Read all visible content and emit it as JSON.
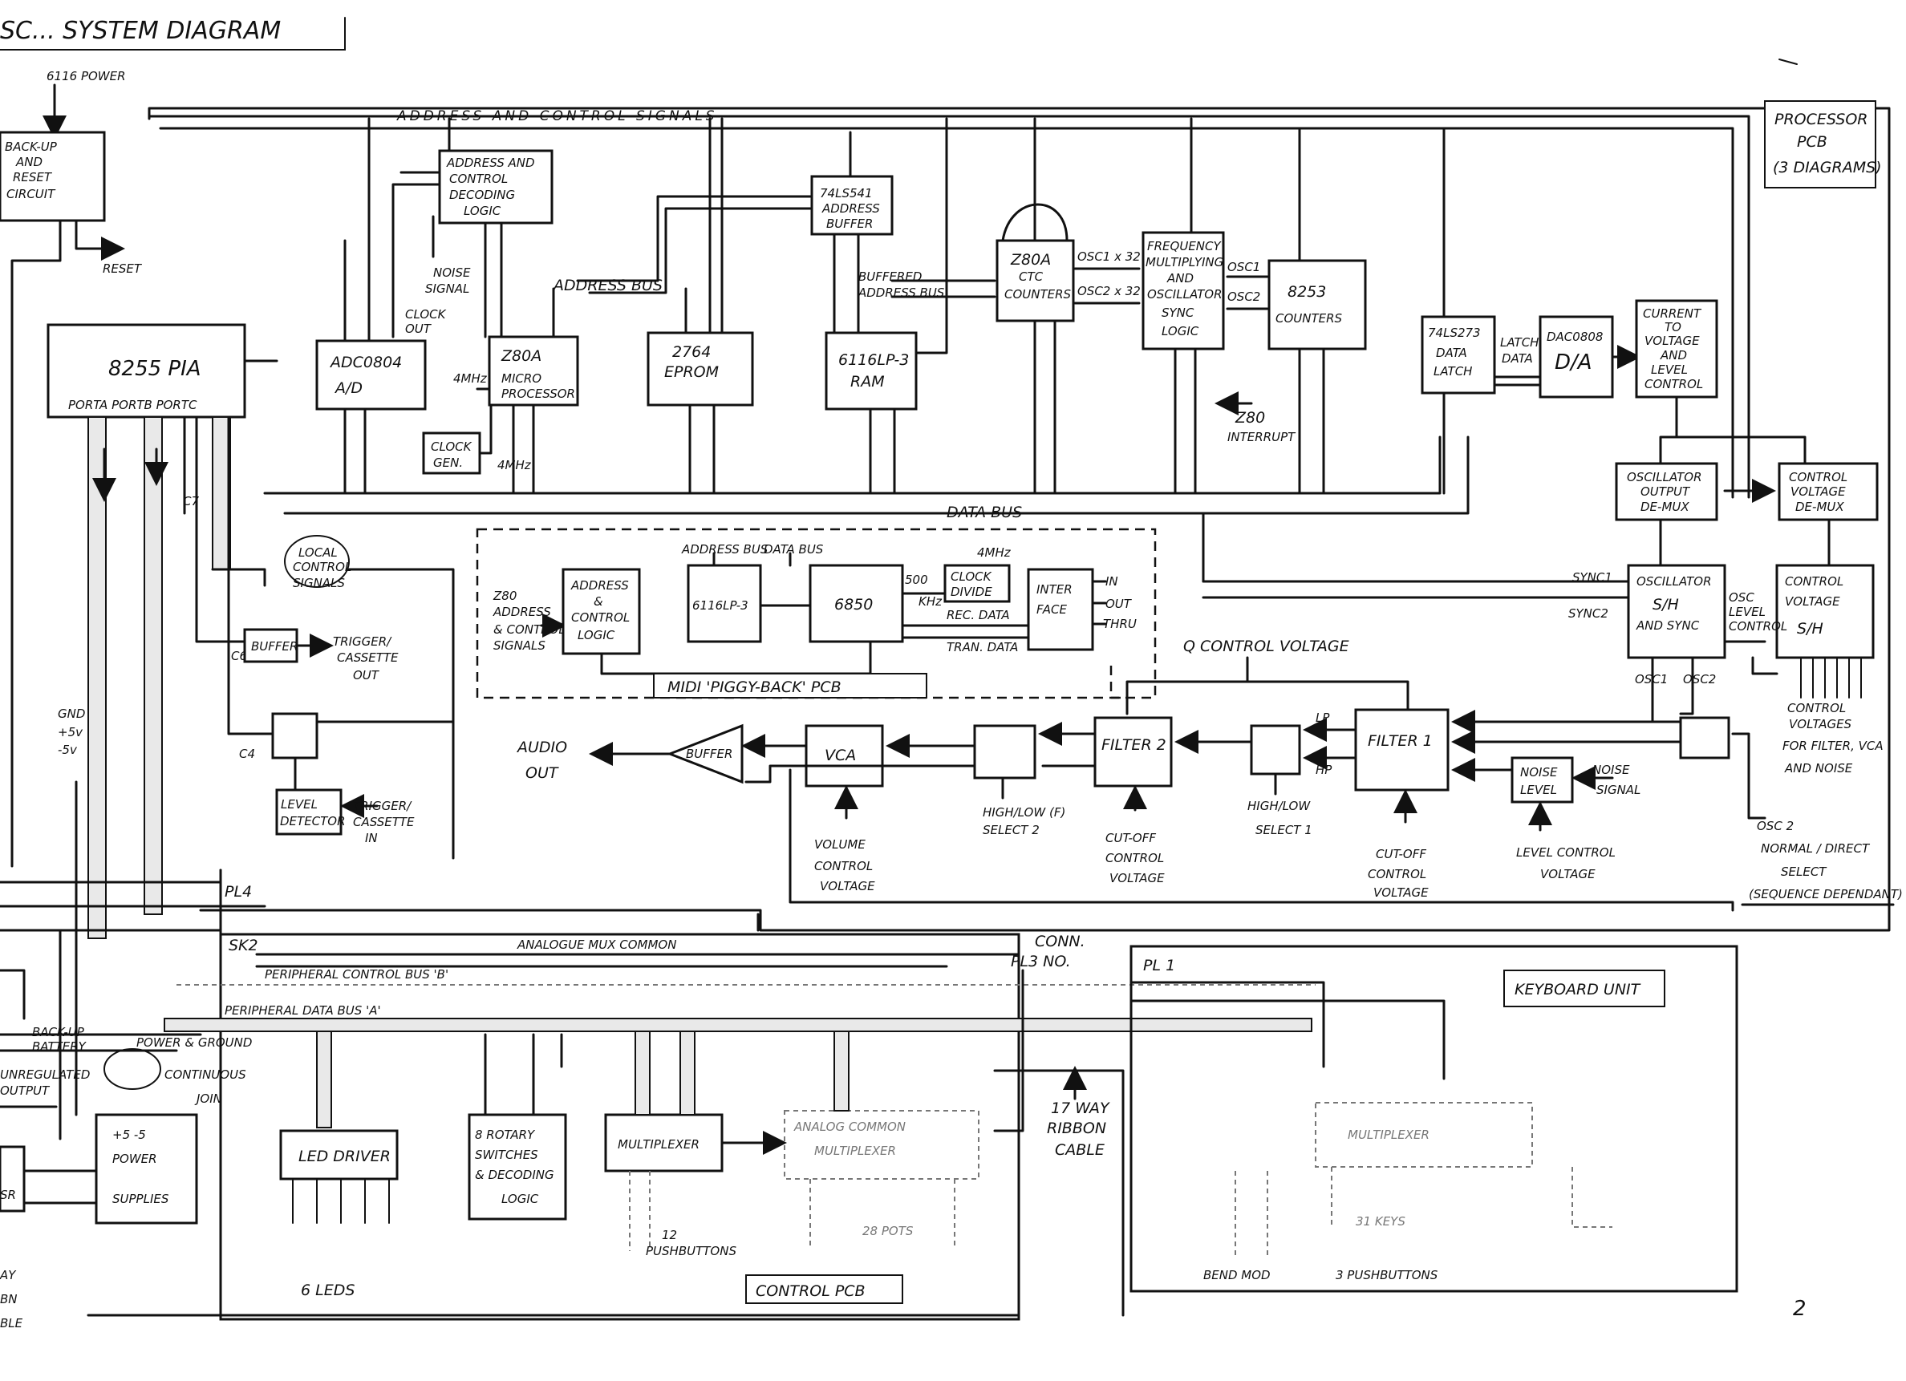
{
  "title": "SC... SYSTEM DIAGRAM",
  "processor_pcb_label": [
    "PROCESSOR",
    "PCB",
    "(3 DIAGRAMS)"
  ],
  "top_labels": {
    "power_6116": "6116 POWER",
    "addr_ctrl_signals": "ADDRESS AND CONTROL SIGNALS",
    "reset": "RESET",
    "noise_signal": [
      "NOISE",
      "SIGNAL"
    ],
    "clock_out": [
      "CLOCK",
      "OUT"
    ],
    "address_bus": "ADDRESS BUS",
    "buffered_address_bus": [
      "BUFFERED",
      "ADDRESS BUS"
    ],
    "data_bus": "DATA BUS",
    "z80_interrupt": [
      "Z80",
      "INTERRUPT"
    ],
    "mhz4_a": "4MHz",
    "mhz4_b": "4MHz",
    "osc1x32": "OSC1 x 32",
    "osc2x32": "OSC2 x 32",
    "osc1": "OSC1",
    "osc2": "OSC2",
    "latch_data": [
      "LATCH",
      "DATA"
    ],
    "c7": "C7",
    "c6": "C6",
    "c4": "C4",
    "local_control_signals": [
      "LOCAL",
      "CONTROL",
      "SIGNALS"
    ]
  },
  "blocks": {
    "backup": [
      "BACK-UP",
      "AND",
      "RESET",
      "CIRCUIT"
    ],
    "pia": "8255 PIA",
    "pia_ports": "PORTA  PORTB  PORTC",
    "adc": [
      "ADC0804",
      "A/D"
    ],
    "decode": [
      "ADDRESS AND",
      "CONTROL",
      "DECODING",
      "LOGIC"
    ],
    "z80a": [
      "Z80A",
      "MICRO",
      "PROCESSOR"
    ],
    "clockgen": [
      "CLOCK",
      "GEN."
    ],
    "eprom": [
      "2764",
      "EPROM"
    ],
    "buffer541": [
      "74LS541",
      "ADDRESS",
      "BUFFER"
    ],
    "ram": [
      "6116LP-3",
      "RAM"
    ],
    "ctc": [
      "Z80A",
      "CTC",
      "COUNTERS"
    ],
    "freq": [
      "FREQUENCY",
      "MULTIPLYING",
      "AND",
      "OSCILLATOR",
      "SYNC",
      "LOGIC"
    ],
    "counters8253": [
      "8253",
      "COUNTERS"
    ],
    "latch273": [
      "74LS273",
      "DATA",
      "LATCH"
    ],
    "dac": [
      "DAC0808",
      "D/A"
    ],
    "cvl": [
      "CURRENT",
      "TO",
      "VOLTAGE",
      "AND",
      "LEVEL",
      "CONTROL"
    ],
    "osc_demux": [
      "OSCILLATOR",
      "OUTPUT",
      "DE-MUX"
    ],
    "cv_demux": [
      "CONTROL",
      "VOLTAGE",
      "DE-MUX"
    ],
    "osc_sh": [
      "OSCILLATOR",
      "S/H",
      "AND SYNC"
    ],
    "cv_sh": [
      "CONTROL",
      "VOLTAGE",
      "S/H"
    ],
    "midi_addr": [
      "ADDRESS",
      "&",
      "CONTROL",
      "LOGIC"
    ],
    "midi_ram": "6116LP-3",
    "midi_6850": "6850",
    "clock_divide": [
      "CLOCK",
      "DIVIDE"
    ],
    "interface": [
      "INTER",
      "FACE"
    ],
    "buffer_ctl": "BUFFER",
    "level_detector": [
      "LEVEL",
      "DETECTOR"
    ],
    "filter1": "FILTER 1",
    "filter2": "FILTER 2",
    "vca": "VCA",
    "audio_buffer": "BUFFER",
    "noise_level": [
      "NOISE",
      "LEVEL"
    ],
    "led_driver": "LED DRIVER",
    "rotary": [
      "8 ROTARY",
      "SWITCHES",
      "& DECODING",
      "LOGIC"
    ],
    "multiplexer": "MULTIPLEXER",
    "analog_mux": [
      "ANALOG COMMON",
      "MULTIPLEXER"
    ],
    "power_supplies": [
      "+5 -5",
      "POWER",
      "SUPPLIES"
    ],
    "kb_mux": "MULTIPLEXER"
  },
  "midi": {
    "z80_signals": [
      "Z80",
      "ADDRESS",
      "& CONTROL",
      "SIGNALS"
    ],
    "address_bus": "ADDRESS BUS",
    "data_bus": "DATA BUS",
    "mhz4": "4MHz",
    "khz500": [
      "500",
      "KHz"
    ],
    "rec_data": "REC. DATA",
    "tran_data": "TRAN. DATA",
    "in": "IN",
    "out": "OUT",
    "thru": "THRU",
    "pcb_label": "MIDI 'PIGGY-BACK' PCB"
  },
  "audio": {
    "q_cv": "Q CONTROL VOLTAGE",
    "audio_out": [
      "AUDIO",
      "OUT"
    ],
    "lp": "LP",
    "hp": "HP",
    "high_low_1": [
      "HIGH/LOW",
      "SELECT 1"
    ],
    "high_low_2": [
      "HIGH/LOW (F)",
      "SELECT 2"
    ],
    "vol_cv": [
      "VOLUME",
      "CONTROL",
      "VOLTAGE"
    ],
    "cutoff_a": [
      "CUT-OFF",
      "CONTROL",
      "VOLTAGE"
    ],
    "cutoff_b": [
      "CUT-OFF",
      "CONTROL",
      "VOLTAGE"
    ],
    "level_cv": [
      "LEVEL CONTROL",
      "VOLTAGE"
    ],
    "noise_signal": [
      "NOISE",
      "SIGNAL"
    ],
    "osc2_select": [
      "OSC 2",
      "NORMAL / DIRECT",
      "SELECT",
      "(SEQUENCE DEPENDANT)"
    ],
    "sync1": "SYNC1",
    "sync2": "SYNC2",
    "osc_level_control": [
      "OSC",
      "LEVEL",
      "CONTROL"
    ],
    "osc1": "OSC1",
    "osc2": "OSC2",
    "control_voltages": [
      "CONTROL",
      "VOLTAGES",
      "FOR FILTER, VCA",
      "AND NOISE"
    ]
  },
  "trigger": {
    "out": [
      "TRIGGER/",
      "CASSETTE",
      "OUT"
    ],
    "in": [
      "TRIGGER/",
      "CASSETTE",
      "IN"
    ]
  },
  "lower": {
    "pl4": "PL4",
    "sk2": "SK2",
    "analogue_mux_common": "ANALOGUE MUX COMMON",
    "periph_ctrl_bus": "PERIPHERAL CONTROL BUS 'B'",
    "periph_data_bus": "PERIPHERAL DATA BUS 'A'",
    "gnd": [
      "GND",
      "+5v",
      "-5v"
    ],
    "power_ground": "POWER & GROUND",
    "continuous_join": [
      "CONTINUOUS",
      "JOIN"
    ],
    "backup_battery": [
      "BACK-UP",
      "BATTERY"
    ],
    "unregulated_output": [
      "UNREGULATED",
      "OUTPUT"
    ],
    "leds": "6 LEDS",
    "pushbuttons12": [
      "12",
      "PUSHBUTTONS"
    ],
    "pots": "28 POTS",
    "control_pcb": "CONTROL PCB",
    "conn_pl3": [
      "CONN.",
      "PL3 NO."
    ],
    "ribbon": [
      "17 WAY",
      "RIBBON",
      "CABLE"
    ],
    "pl1": "PL 1",
    "keyboard_unit": "KEYBOARD UNIT",
    "bend_mod": "BEND   MOD",
    "keys": "31 KEYS",
    "pushbuttons3": "3 PUSHBUTTONS",
    "left_edge": [
      "AY",
      "BN",
      "BLE"
    ],
    "left_sr": "SR",
    "page_number": "2"
  }
}
